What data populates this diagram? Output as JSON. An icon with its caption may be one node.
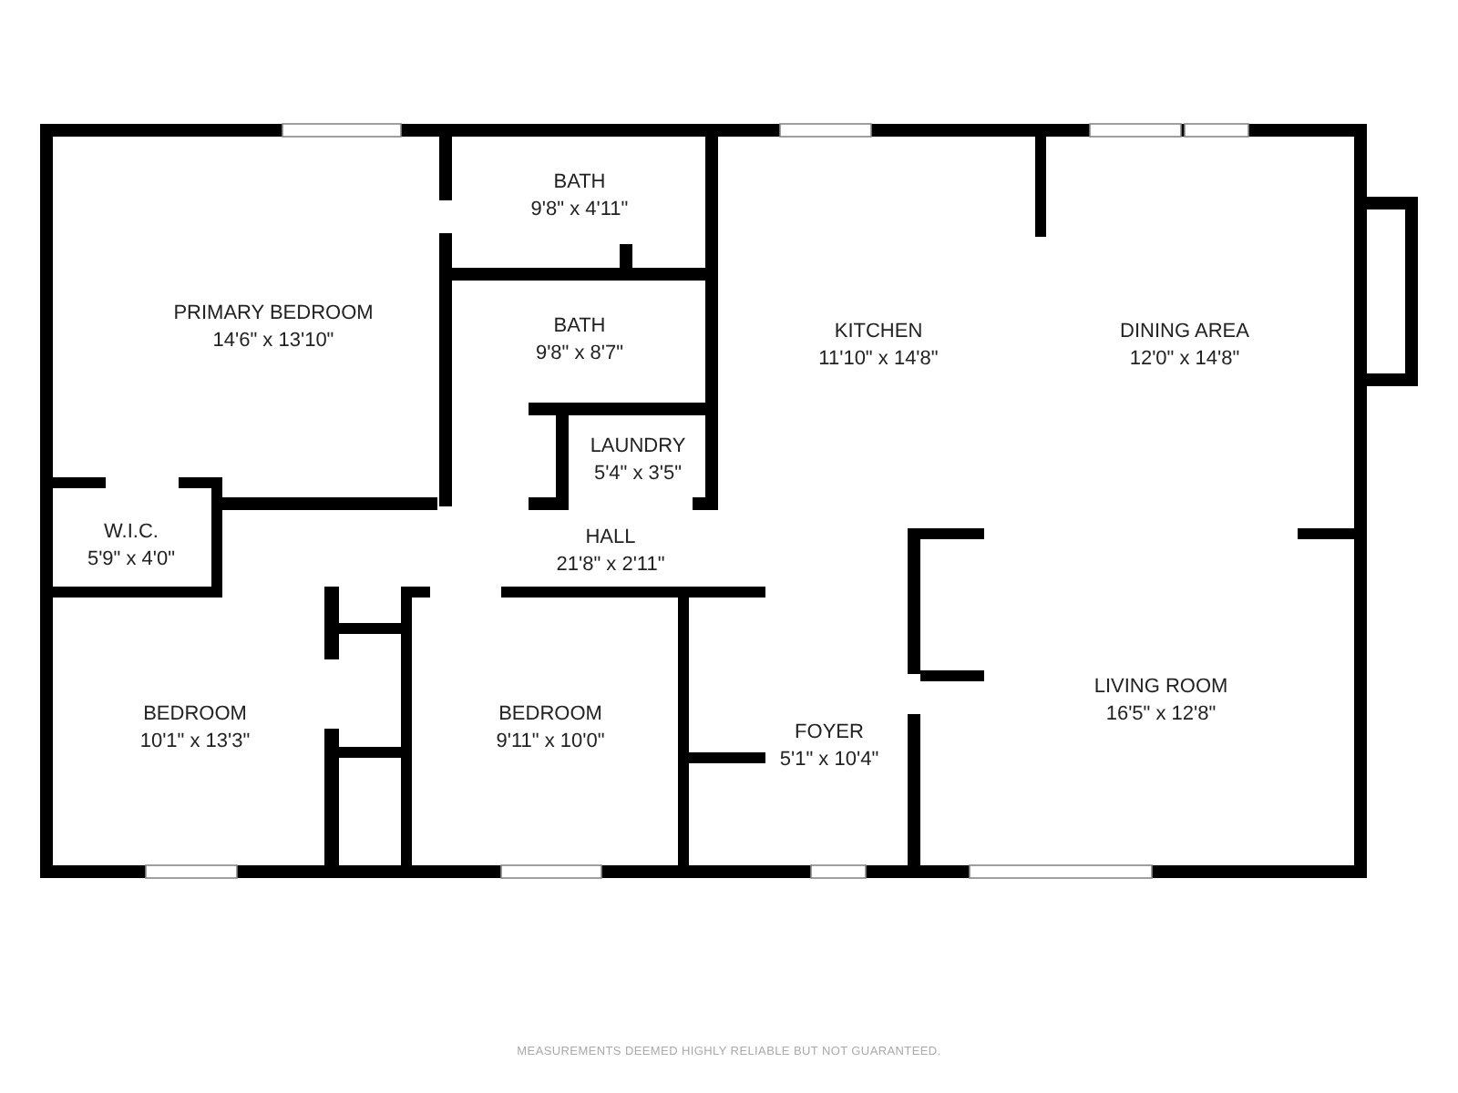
{
  "diagram": {
    "nodes": [
      {
        "text": [
          "PRIMARY BEDROOM",
          "14'6\" x 13'10\""
        ]
      },
      {
        "text": [
          "BATH",
          "9'8\" x 4'11\""
        ]
      },
      {
        "text": [
          "BATH",
          "9'8\" x 8'7\""
        ]
      },
      {
        "text": [
          "KITCHEN",
          "11'10\" x 14'8\""
        ]
      },
      {
        "text": [
          "DINING AREA",
          "12'0\" x 14'8\""
        ]
      },
      {
        "text": [
          "LAUNDRY",
          "5'4\" x 3'5\""
        ]
      },
      {
        "text": [
          "W.I.C.",
          "5'9\" x 4'0\""
        ]
      },
      {
        "text": [
          "HALL",
          "21'8\" x 2'11\""
        ]
      },
      {
        "text": [
          "LIVING ROOM",
          "16'5\" x 12'8\""
        ]
      },
      {
        "text": [
          "BEDROOM",
          "10'1\" x 13'3\""
        ]
      },
      {
        "text": [
          "BEDROOM",
          "9'11\" x 10'0\""
        ]
      },
      {
        "text": [
          "FOYER",
          "5'1\" x 10'4\""
        ]
      }
    ],
    "edges": [],
    "labels": [
      "MEASUREMENTS DEEMED HIGHLY RELIABLE BUT NOT GUARANTEED."
    ]
  }
}
